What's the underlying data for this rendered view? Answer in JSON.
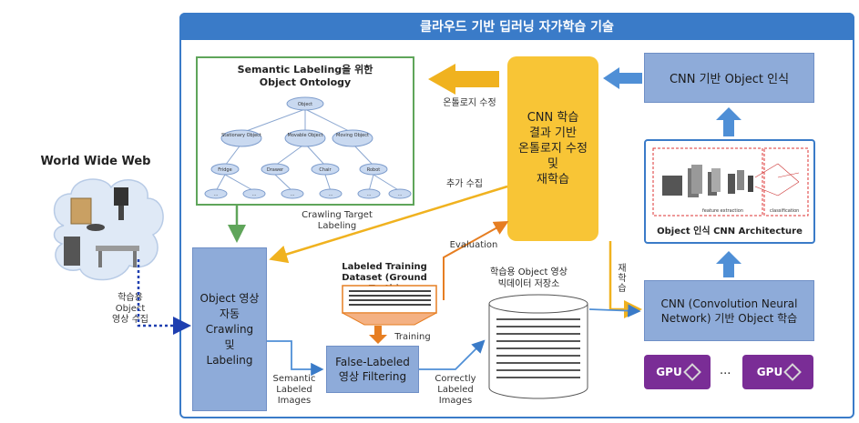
{
  "header": {
    "title": "클라우드 기반 딥러닝 자가학습 기술"
  },
  "www": {
    "title": "World Wide Web",
    "label": "학습용\nObject\n영상 수집"
  },
  "ontology": {
    "title_line1": "Semantic Labeling을 위한",
    "title_line2": "Object Ontology",
    "nodes": {
      "root": "Object",
      "level1": [
        "Stationary Object",
        "Movable Object",
        "Moving Object"
      ],
      "level2": [
        "Fridge",
        "Drawer",
        "Chair",
        "Robot"
      ],
      "level3": [
        "...",
        "...",
        "...",
        "...",
        "...",
        "..."
      ]
    }
  },
  "cnn_retrain": {
    "text": "CNN 학습\n결과 기반\n온톨로지 수정\n및\n재학습"
  },
  "cnn_recognition": {
    "text": "CNN 기반 Object 인식"
  },
  "cnn_arch": {
    "caption": "Object 인식 CNN Architecture",
    "feature": "feature extraction",
    "classification": "classification"
  },
  "cnn_training": {
    "text": "CNN  (Convolution Neural Network) 기반 Object 학습"
  },
  "crawling": {
    "text": "Object 영상\n자동\nCrawling\n및\nLabeling"
  },
  "false_filter": {
    "text": "False-Labeled\n영상 Filtering"
  },
  "labeled_dataset": {
    "title": "Labeled Training\nDataset (Ground Truth)"
  },
  "bigdata": {
    "title": "학습용 Object 영상\n빅데이터 저장소"
  },
  "gpu": {
    "label": "GPU",
    "ellipsis": "..."
  },
  "edges": {
    "ontology_fix": "온톨로지 수정",
    "additional_collect": "추가 수집",
    "crawling_target": "Crawling Target\nLabeling",
    "evaluation": "Evaluation",
    "training": "Training",
    "semantic_labeled": "Semantic\nLabeled\nImages",
    "correctly_labeled": "Correctly\nLabeled\nImages",
    "retrain": "재학습"
  }
}
